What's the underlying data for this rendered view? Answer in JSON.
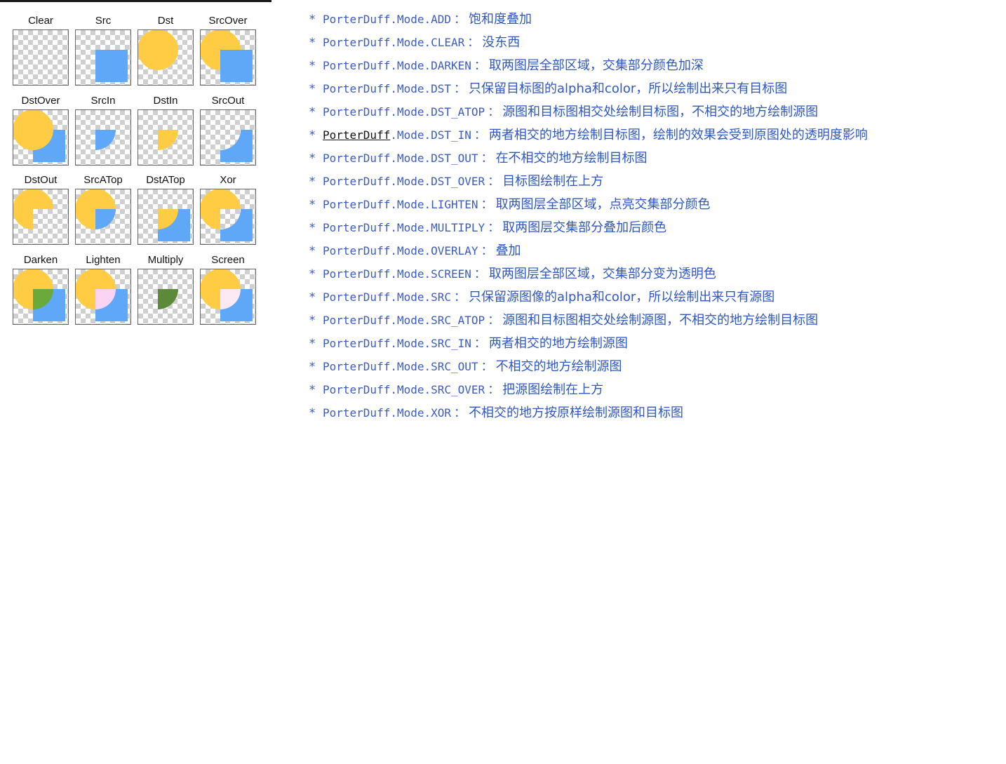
{
  "colors": {
    "src": "#5ea8f7",
    "dst": "#ffcc44",
    "darken": "#6aaa3a",
    "lighten": "#fbd3f4",
    "multiply": "#5d8a3a",
    "screen": "#fbe9f4",
    "text": "#3b5bc4"
  },
  "grid": {
    "tiles": [
      {
        "label": "Clear",
        "mode": "clear"
      },
      {
        "label": "Src",
        "mode": "src"
      },
      {
        "label": "Dst",
        "mode": "dst"
      },
      {
        "label": "SrcOver",
        "mode": "srcover"
      },
      {
        "label": "DstOver",
        "mode": "dstover"
      },
      {
        "label": "SrcIn",
        "mode": "srcin"
      },
      {
        "label": "DstIn",
        "mode": "dstin"
      },
      {
        "label": "SrcOut",
        "mode": "srcout"
      },
      {
        "label": "DstOut",
        "mode": "dstout"
      },
      {
        "label": "SrcATop",
        "mode": "srcatop"
      },
      {
        "label": "DstATop",
        "mode": "dstatop"
      },
      {
        "label": "Xor",
        "mode": "xor"
      },
      {
        "label": "Darken",
        "mode": "darken"
      },
      {
        "label": "Lighten",
        "mode": "lighten"
      },
      {
        "label": "Multiply",
        "mode": "multiply"
      },
      {
        "label": "Screen",
        "mode": "screen"
      }
    ]
  },
  "list": {
    "items": [
      {
        "star": "*",
        "prefix": "",
        "name": "PorterDuff.Mode.ADD",
        "desc": "饱和度叠加"
      },
      {
        "star": "*",
        "prefix": "",
        "name": "PorterDuff.Mode.CLEAR",
        "desc": "没东西"
      },
      {
        "star": "*",
        "prefix": "",
        "name": "PorterDuff.Mode.DARKEN",
        "desc": "取两图层全部区域，交集部分颜色加深"
      },
      {
        "star": "*",
        "prefix": "",
        "name": "PorterDuff.Mode.DST",
        "desc": "只保留目标图的alpha和color，所以绘制出来只有目标图"
      },
      {
        "star": "*",
        "prefix": "",
        "name": "PorterDuff.Mode.DST_ATOP",
        "desc": "源图和目标图相交处绘制目标图，不相交的地方绘制源图"
      },
      {
        "star": "*",
        "prefix": "PorterDuff",
        "name": ".Mode.DST_IN",
        "desc": "两者相交的地方绘制目标图，绘制的效果会受到原图处的透明度影响"
      },
      {
        "star": "*",
        "prefix": "",
        "name": "PorterDuff.Mode.DST_OUT",
        "desc": "在不相交的地方绘制目标图"
      },
      {
        "star": "*",
        "prefix": "",
        "name": "PorterDuff.Mode.DST_OVER",
        "desc": "目标图绘制在上方"
      },
      {
        "star": "*",
        "prefix": "",
        "name": "PorterDuff.Mode.LIGHTEN",
        "desc": "取两图层全部区域，点亮交集部分颜色"
      },
      {
        "star": "*",
        "prefix": "",
        "name": "PorterDuff.Mode.MULTIPLY",
        "desc": "取两图层交集部分叠加后颜色"
      },
      {
        "star": "*",
        "prefix": "",
        "name": "PorterDuff.Mode.OVERLAY",
        "desc": "叠加"
      },
      {
        "star": "*",
        "prefix": "",
        "name": "PorterDuff.Mode.SCREEN",
        "desc": "取两图层全部区域，交集部分变为透明色"
      },
      {
        "star": "*",
        "prefix": "",
        "name": "PorterDuff.Mode.SRC",
        "desc": "只保留源图像的alpha和color，所以绘制出来只有源图"
      },
      {
        "star": "*",
        "prefix": "",
        "name": "PorterDuff.Mode.SRC_ATOP",
        "desc": "源图和目标图相交处绘制源图，不相交的地方绘制目标图"
      },
      {
        "star": "*",
        "prefix": "",
        "name": "PorterDuff.Mode.SRC_IN",
        "desc": "两者相交的地方绘制源图"
      },
      {
        "star": "*",
        "prefix": "",
        "name": "PorterDuff.Mode.SRC_OUT",
        "desc": "不相交的地方绘制源图"
      },
      {
        "star": "*",
        "prefix": "",
        "name": "PorterDuff.Mode.SRC_OVER",
        "desc": "把源图绘制在上方"
      },
      {
        "star": "*",
        "prefix": "",
        "name": "PorterDuff.Mode.XOR",
        "desc": "不相交的地方按原样绘制源图和目标图"
      }
    ],
    "separator": "："
  }
}
